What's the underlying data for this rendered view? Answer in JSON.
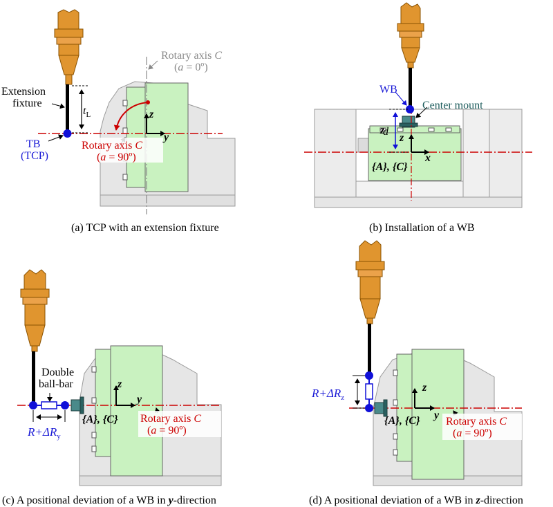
{
  "panels": {
    "a": {
      "caption": "(a) TCP with an extension fixture",
      "labels": {
        "extension_fixture_1": "Extension",
        "extension_fixture_2": "fixture",
        "tl": "t",
        "tl_sub": "L",
        "tb_1": "TB",
        "tb_2": "(TCP)",
        "rot_top_1": "Rotary axis ",
        "rot_top_c": "C",
        "rot_top_2a": "(",
        "rot_top_2b": "a",
        "rot_top_2c": " = 0º)",
        "rot_red_1": "Rotary axis ",
        "rot_red_c": "C",
        "rot_red_2a": "(",
        "rot_red_2b": "a",
        "rot_red_2c": " = 90º)",
        "z": "z",
        "y": "y"
      }
    },
    "b": {
      "caption": "(b) Installation of a WB",
      "labels": {
        "wb": "WB",
        "center_mount": "Center mount",
        "d": "d",
        "z": "z",
        "x": "x",
        "frames": "{A}, {C}",
        "small_z": "z"
      }
    },
    "c": {
      "caption_1": "(c) A positional deviation of a WB in ",
      "caption_b": "y",
      "caption_2": "-direction",
      "labels": {
        "dbb_1": "Double",
        "dbb_2": "ball-bar",
        "r": "R+ΔR",
        "r_sub": "y",
        "frames": "{A}, {C}",
        "z": "z",
        "y": "y",
        "rot_1": "Rotary axis ",
        "rot_c": "C",
        "rot_2a": "(",
        "rot_2b": "a",
        "rot_2c": " = 90º)"
      }
    },
    "d": {
      "caption_1": "(d) A positional deviation of a WB in ",
      "caption_b": "z",
      "caption_2": "-direction",
      "labels": {
        "r": "R+ΔR",
        "r_sub": "z",
        "frames": "{A}, {C}",
        "z": "z",
        "y": "y",
        "rot_1": "Rotary axis ",
        "rot_c": "C",
        "rot_2a": "(",
        "rot_2b": "a",
        "rot_2c": " = 90º)"
      }
    }
  },
  "colors": {
    "tool": "#e0952f",
    "tool_dark": "#b86a10",
    "table_green": "#c9f2c0",
    "machine_gray": "#e6e6e6",
    "axis_red": "#cc0000",
    "ball_blue": "#1010d8"
  }
}
